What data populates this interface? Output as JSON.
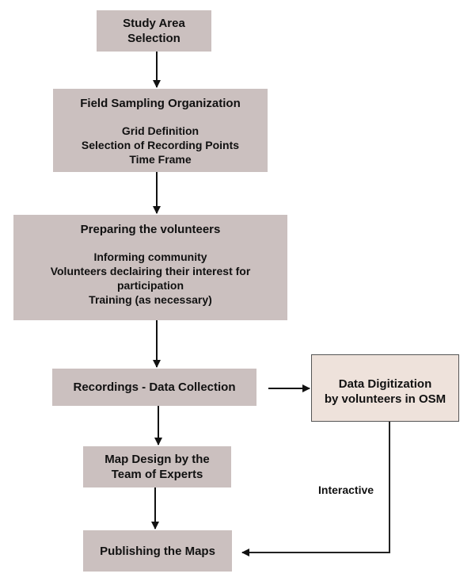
{
  "diagram": {
    "type": "flowchart",
    "colors": {
      "main_box_fill": "#cbc0bf",
      "side_box_fill": "#eee2db",
      "side_box_border": "#555555",
      "arrow": "#111111"
    },
    "nodes": [
      {
        "id": "study-area",
        "title": "Study Area Selection",
        "lines": []
      },
      {
        "id": "field-sampling",
        "title": "Field Sampling Organization",
        "lines": [
          "Grid Definition",
          "Selection of Recording Points",
          "Time Frame"
        ]
      },
      {
        "id": "preparing-volunteers",
        "title": "Preparing the volunteers",
        "lines": [
          "Informing community",
          "Volunteers declairing their interest for participation",
          "Training (as necessary)"
        ]
      },
      {
        "id": "recordings",
        "title": "Recordings - Data Collection",
        "lines": []
      },
      {
        "id": "data-digitization",
        "title": "Data Digitization by volunteers in OSM",
        "lines": []
      },
      {
        "id": "map-design",
        "title": "Map Design by the Team of Experts",
        "lines": []
      },
      {
        "id": "publishing",
        "title": "Publishing the Maps",
        "lines": []
      }
    ],
    "edges": [
      {
        "from": "study-area",
        "to": "field-sampling",
        "label": ""
      },
      {
        "from": "field-sampling",
        "to": "preparing-volunteers",
        "label": ""
      },
      {
        "from": "preparing-volunteers",
        "to": "recordings",
        "label": ""
      },
      {
        "from": "recordings",
        "to": "data-digitization",
        "label": ""
      },
      {
        "from": "recordings",
        "to": "map-design",
        "label": ""
      },
      {
        "from": "map-design",
        "to": "publishing",
        "label": ""
      },
      {
        "from": "data-digitization",
        "to": "publishing",
        "label": "Interactive"
      }
    ],
    "edge_label": "Interactive"
  },
  "text": {
    "b1_l1": "Study Area",
    "b1_l2": "Selection",
    "b2_title": "Field Sampling Organization",
    "b2_s1": "Grid Definition",
    "b2_s2": "Selection of Recording Points",
    "b2_s3": "Time Frame",
    "b3_title": "Preparing the volunteers",
    "b3_s1": "Informing community",
    "b3_s2": "Volunteers declairing their interest for",
    "b3_s3": "participation",
    "b3_s4": "Training (as necessary)",
    "b4_title": "Recordings - Data Collection",
    "b5_l1": "Data Digitization",
    "b5_l2": "by volunteers in OSM",
    "b6_l1": "Map Design by the",
    "b6_l2": "Team of Experts",
    "b7_title": "Publishing the Maps",
    "interactive": "Interactive"
  }
}
